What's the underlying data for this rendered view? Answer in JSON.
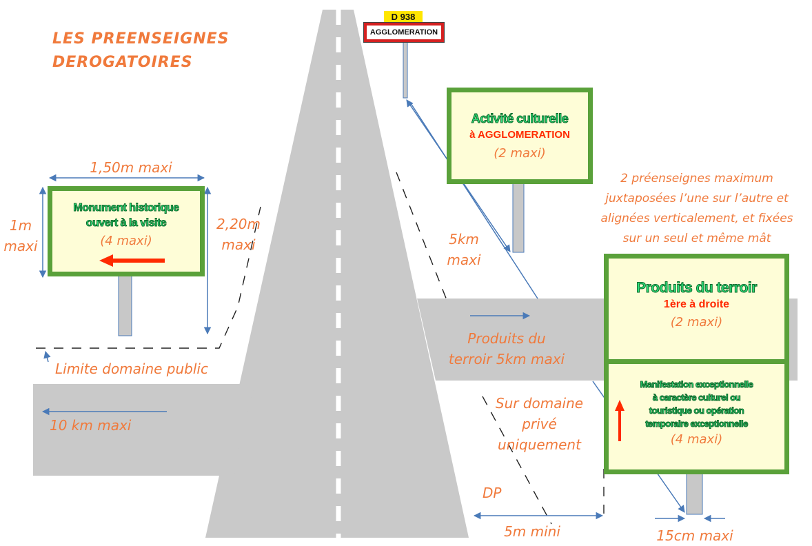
{
  "title": {
    "line1": "LES PREENSEIGNES",
    "line2": "DEROGATOIRES"
  },
  "road_sign": {
    "route": "D 938",
    "name": "AGGLOMERATION"
  },
  "sign_culture": {
    "line1": "Activité culturelle",
    "line2": "à AGGLOMERATION",
    "count": "(2 maxi)"
  },
  "sign_monument": {
    "line1": "Monument historique",
    "line2": "ouvert à la visite",
    "count": "(4 maxi)"
  },
  "sign_produits": {
    "line1": "Produits du terroir",
    "line2": "1ère à droite",
    "count": "(2 maxi)"
  },
  "sign_manif": {
    "line1": "Manifestation exceptionnelle",
    "line2": "à caractère culturel ou",
    "line3": "touristique ou opération",
    "line4": "temporaire exceptionnelle",
    "count": "(4 maxi)"
  },
  "labels": {
    "width": "1,50m maxi",
    "height_1": "1m",
    "height_2": "maxi",
    "total_height_1": "2,20m",
    "total_height_2": "maxi",
    "limit": "Limite domaine public",
    "ten_km": "10 km maxi",
    "five_km_1": "5km",
    "five_km_2": "maxi",
    "produits_1": "Produits du",
    "produits_2": "terroir 5km maxi",
    "private_1": "Sur domaine",
    "private_2": "privé",
    "private_3": "uniquement",
    "dp": "DP",
    "five_m": "5m mini",
    "fifteen_cm": "15cm maxi",
    "note_1": "2 préenseignes maximum",
    "note_2": "juxtaposées l’une sur l’autre et",
    "note_3": "alignées verticalement, et fixées",
    "note_4": "sur un seul et même mât"
  },
  "colors": {
    "road": "#c9c9c9",
    "panel_fill": "#fefdd7",
    "panel_border": "#5aa13a",
    "label_orange": "#f07a3c",
    "arrow_blue": "#4a7ab8",
    "arrow_red": "#ff2a00"
  }
}
